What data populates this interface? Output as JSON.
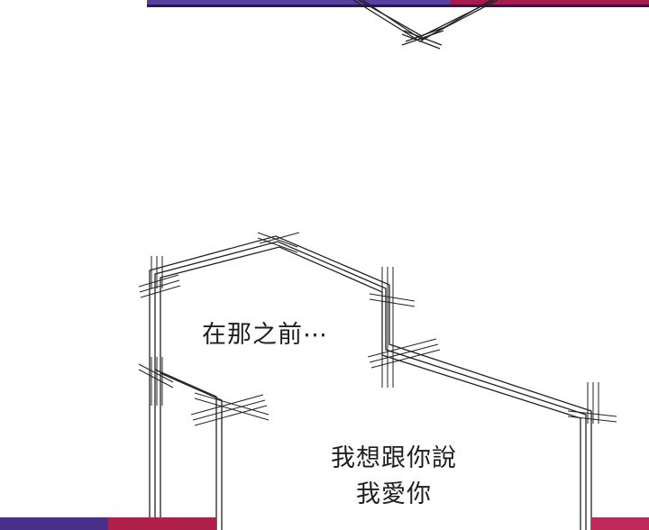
{
  "comic": {
    "balloon_1": {
      "text": "在那之前⋯"
    },
    "balloon_2": {
      "line_1": "我想跟你說",
      "line_2": "我愛你"
    }
  },
  "colors": {
    "background": "#ffffff",
    "ink": "#1e1e1e",
    "art_purple": "#5b3fa0",
    "art_red": "#b0204a"
  }
}
